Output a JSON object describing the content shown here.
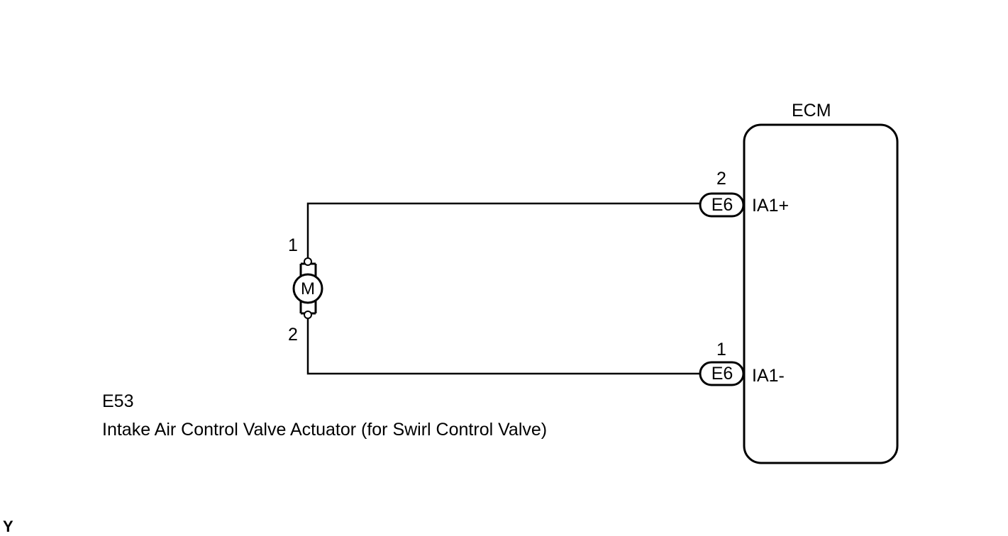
{
  "ecm": {
    "label": "ECM"
  },
  "connectors": [
    {
      "code": "E6",
      "pin": "2",
      "terminal": "IA1+"
    },
    {
      "code": "E6",
      "pin": "1",
      "terminal": "IA1-"
    }
  ],
  "actuator": {
    "symbol": "M",
    "pin_top": "1",
    "pin_bottom": "2",
    "code": "E53",
    "description": "Intake Air Control Valve Actuator (for Swirl Control Valve)"
  },
  "corner_mark": "Y"
}
